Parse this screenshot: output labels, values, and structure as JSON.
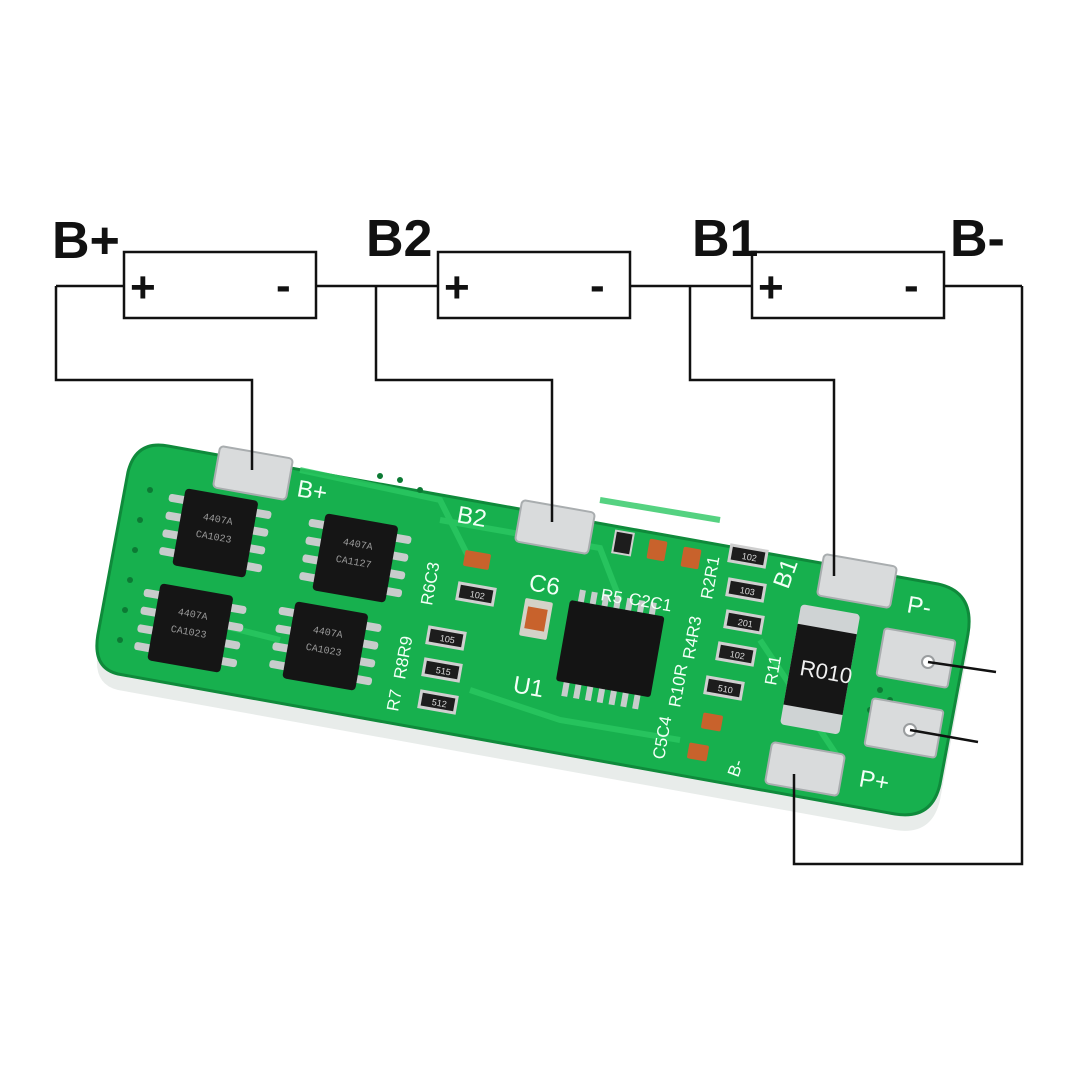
{
  "colors": {
    "wire": "#111111",
    "pcb": "#17b04e",
    "pcb_edge": "#0f8a3b",
    "pad": "#d9dbdc",
    "silkscreen": "#f2fff6"
  },
  "diagram": {
    "nodes": [
      {
        "id": "bplus",
        "label": "B+"
      },
      {
        "id": "b2",
        "label": "B2"
      },
      {
        "id": "b1",
        "label": "B1"
      },
      {
        "id": "bminus",
        "label": "B-"
      }
    ],
    "cells": [
      {
        "id": "cell-1",
        "positive": "+",
        "negative": "-"
      },
      {
        "id": "cell-2",
        "positive": "+",
        "negative": "-"
      },
      {
        "id": "cell-3",
        "positive": "+",
        "negative": "-"
      }
    ]
  },
  "board": {
    "pads": {
      "bplus": "B+",
      "b2": "B2",
      "b1": "B1",
      "pminus": "P-",
      "pplus": "P+",
      "bminus": "B-"
    },
    "components": {
      "u1": "U1",
      "c6": "C6",
      "r6c3": "R6C3",
      "r5": "R5",
      "c2c1": "C2C1",
      "r2r1": "R2R1",
      "r8r9": "R8R9",
      "r7": "R7",
      "r4r3": "R4R3",
      "r10r": "R10R",
      "c5c4": "C5C4",
      "r11": "R11"
    },
    "mosfets": [
      {
        "marking": "4407A",
        "batch": "CA1023"
      },
      {
        "marking": "4407A",
        "batch": "CA1127"
      },
      {
        "marking": "4407A",
        "batch": "CA1023"
      },
      {
        "marking": "4407A",
        "batch": "CA1023"
      }
    ],
    "resistor_codes": [
      "102",
      "103",
      "201",
      "102",
      "510",
      "102",
      "105",
      "515",
      "512"
    ],
    "shunt": "R010"
  }
}
